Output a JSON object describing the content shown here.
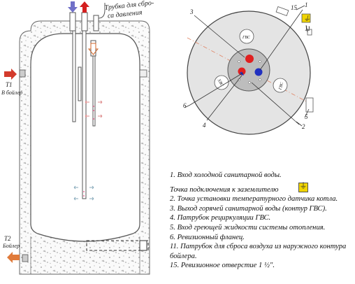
{
  "diagram": {
    "pressure_tube_label": "Трубка для сбро-\nса давления",
    "t1_label": "Т1",
    "t1_sub": "В бойлер",
    "t2_label": "Т2",
    "t2_sub": "Бойлер",
    "top_view": {
      "callouts": [
        "3",
        "15",
        "1",
        "11",
        "6",
        "4",
        "5",
        "2"
      ],
      "port_labels": [
        "ГВС",
        "ХВС",
        "ГВС"
      ]
    }
  },
  "legend": {
    "items": [
      "1. Вход холодной санитарной воды.",
      "Точка подключения к заземлителю",
      "2. Точка установки температурного датчика котла.",
      "3. Выход горячей санитарной воды (контур ГВС).",
      "4. Патрубок рециркуляции ГВС.",
      "5. Вход греющей жидкости системы отопления.",
      "6. Ревизионный фланец.",
      "11. Патрубок для сброса воздуха из наружного контура бойлера.",
      "15. Ревизионное отверстие 1 ½\"."
    ]
  },
  "colors": {
    "cold_arrow": "#7070c8",
    "hot_arrow": "#d42020",
    "t_arrow": "#d33b2c",
    "t2_arrow": "#e07a3a",
    "red_port": "#e02020",
    "blue_port": "#2030c0",
    "ground_badge": "#f0d400"
  }
}
